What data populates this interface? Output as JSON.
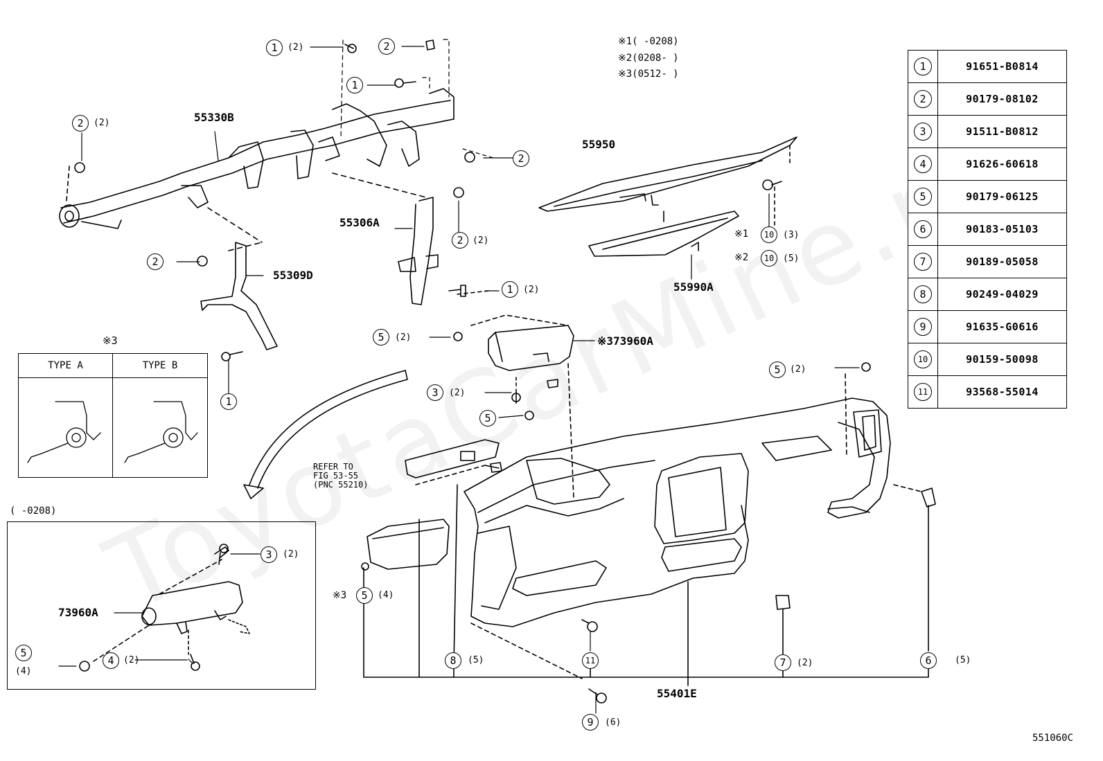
{
  "diagram": {
    "watermark": "ToyotaCarMine.ru",
    "figure_id": "551060C",
    "notes": [
      {
        "mark": "※1",
        "text": "(      -0208)"
      },
      {
        "mark": "※2",
        "text": "(0208-      )"
      },
      {
        "mark": "※3",
        "text": "(0512-      )"
      }
    ],
    "parts_table": [
      {
        "key": "1",
        "part_no": "91651-B0814"
      },
      {
        "key": "2",
        "part_no": "90179-08102"
      },
      {
        "key": "3",
        "part_no": "91511-B0812"
      },
      {
        "key": "4",
        "part_no": "91626-60618"
      },
      {
        "key": "5",
        "part_no": "90179-06125"
      },
      {
        "key": "6",
        "part_no": "90183-05103"
      },
      {
        "key": "7",
        "part_no": "90189-05058"
      },
      {
        "key": "8",
        "part_no": "90249-04029"
      },
      {
        "key": "9",
        "part_no": "91635-G0616"
      },
      {
        "key": "10",
        "part_no": "90159-50098"
      },
      {
        "key": "11",
        "part_no": "93568-55014"
      }
    ],
    "part_labels": {
      "p55330B": "55330B",
      "p55306A": "55306A",
      "p55309D": "55309D",
      "p55950": "55950",
      "p55990A": "55990A",
      "p373960A": "※373960A",
      "p55401E": "55401E",
      "p73960A": "73960A"
    },
    "type_box": {
      "mark": "※3",
      "type_a": "TYPE A",
      "type_b": "TYPE B"
    },
    "inset_caption": "(      -0208)",
    "refer": {
      "line1": "REFER TO",
      "line2": "FIG 53-55",
      "line3": "(PNC 55210)"
    },
    "callouts": {
      "c1a": {
        "num": "1",
        "qty": "(2)"
      },
      "c2a": {
        "num": "2",
        "qty": ""
      },
      "c1b": {
        "num": "1",
        "qty": ""
      },
      "c2b": {
        "num": "2",
        "qty": "(2)"
      },
      "c2c": {
        "num": "2",
        "qty": ""
      },
      "c2d": {
        "num": "2",
        "qty": "(2)"
      },
      "c2e": {
        "num": "2",
        "qty": ""
      },
      "c1c": {
        "num": "1",
        "qty": "(2)"
      },
      "c1d": {
        "num": "1",
        "qty": ""
      },
      "c10a": {
        "mark": "※1",
        "num": "10",
        "qty": "(3)"
      },
      "c10b": {
        "mark": "※2",
        "num": "10",
        "qty": "(5)"
      },
      "c5a": {
        "num": "5",
        "qty": "(2)"
      },
      "c3a": {
        "num": "3",
        "qty": "(2)"
      },
      "c5b": {
        "num": "5",
        "qty": ""
      },
      "c5c": {
        "num": "5",
        "qty": "(2)"
      },
      "c5d": {
        "mark": "※3",
        "num": "5",
        "qty": "(4)"
      },
      "c8": {
        "num": "8",
        "qty": "(5)"
      },
      "c11": {
        "num": "11",
        "qty": ""
      },
      "c7": {
        "num": "7",
        "qty": "(2)"
      },
      "c6": {
        "num": "6",
        "qty": "(5)"
      },
      "c9": {
        "num": "9",
        "qty": "(6)"
      },
      "c3b": {
        "num": "3",
        "qty": "(2)"
      },
      "c5e": {
        "num": "5",
        "qty": "(4)"
      },
      "c4": {
        "num": "4",
        "qty": "(2)"
      }
    }
  }
}
